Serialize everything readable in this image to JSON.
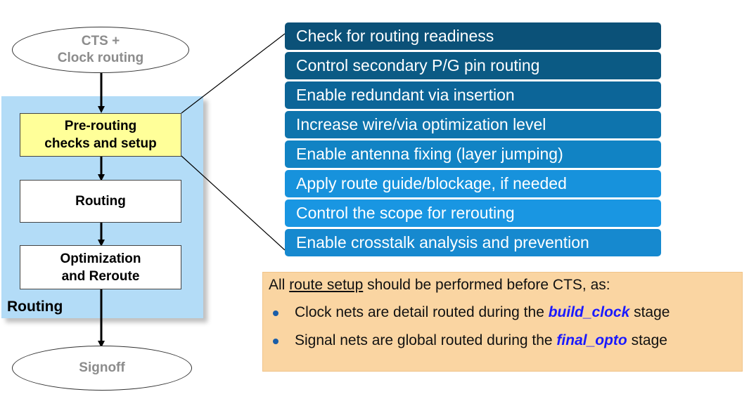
{
  "flow": {
    "start": {
      "line1": "CTS +",
      "line2": "Clock routing"
    },
    "preroute": {
      "line1": "Pre-routing",
      "line2": "checks and setup"
    },
    "routing": "Routing",
    "opt": {
      "line1": "Optimization",
      "line2": "and Reroute"
    },
    "region_label": "Routing",
    "end": "Signoff"
  },
  "steps": [
    {
      "label": "Check for routing readiness",
      "color": "#0b5178"
    },
    {
      "label": "Control secondary P/G pin routing",
      "color": "#0b5a84"
    },
    {
      "label": "Enable redundant via insertion",
      "color": "#0c6598"
    },
    {
      "label": "Increase wire/via optimization level",
      "color": "#0e74ad"
    },
    {
      "label": "Enable antenna fixing (layer jumping)",
      "color": "#1183c4"
    },
    {
      "label": "Apply route guide/blockage, if needed",
      "color": "#1792dc"
    },
    {
      "label": "Control the scope for rerouting",
      "color": "#1996e2"
    },
    {
      "label": "Enable crosstalk analysis and prevention",
      "color": "#1689cf"
    }
  ],
  "note": {
    "intro_pre": "All ",
    "intro_underlined": "route setup",
    "intro_post": " should be performed before CTS, as:",
    "bullets": [
      {
        "pre": "Clock nets are detail routed during the ",
        "keyword": "build_clock",
        "post": " stage"
      },
      {
        "pre": "Signal nets are global routed during the ",
        "keyword": "final_opto",
        "post": " stage"
      }
    ]
  }
}
